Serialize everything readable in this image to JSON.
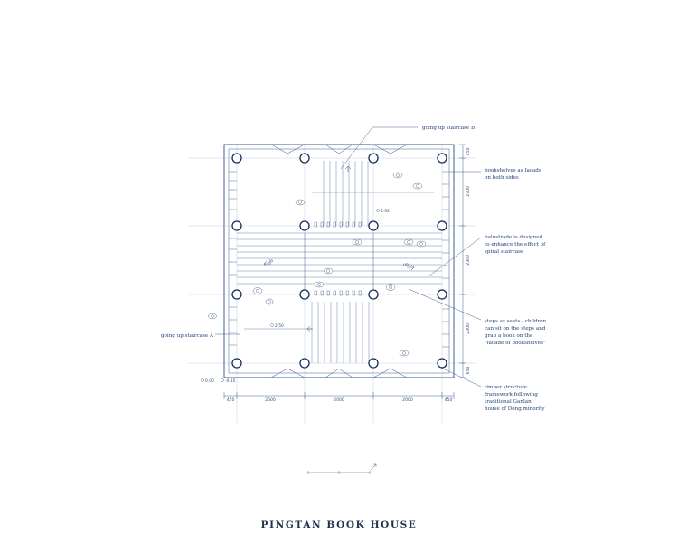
{
  "title": "PINGTAN BOOK HOUSE",
  "annotations": {
    "staircase_b": "going up staircase B",
    "bookshelves": [
      "bookshelves as facade",
      "on both sides"
    ],
    "balustrade": [
      "balustrade is designed",
      "to enhance the effect of",
      "spiral staircase"
    ],
    "steps": [
      "steps as seats - children",
      "can sit on the steps and",
      "grab a book on the",
      "\"facade of bookshelves\""
    ],
    "staircase_a": "going up staircase A",
    "timber": [
      "timber structure",
      "framework following",
      "traditional Ganlan",
      "house of Dong minority"
    ]
  },
  "dimensions": {
    "bottom": [
      "450",
      "2500",
      "2000",
      "2000",
      "450"
    ],
    "right": [
      "450",
      "2300",
      "2300",
      "2300",
      "650"
    ]
  },
  "levels": {
    "upper": "2.92",
    "lower": "2.50",
    "ground": "0.00",
    "ground2": "-0.35"
  },
  "markers": {
    "up": "UP",
    "up2": "UP"
  },
  "colors": {
    "line": "#2d4f86",
    "annotation": "#1f3f7a",
    "title": "#22314f"
  }
}
